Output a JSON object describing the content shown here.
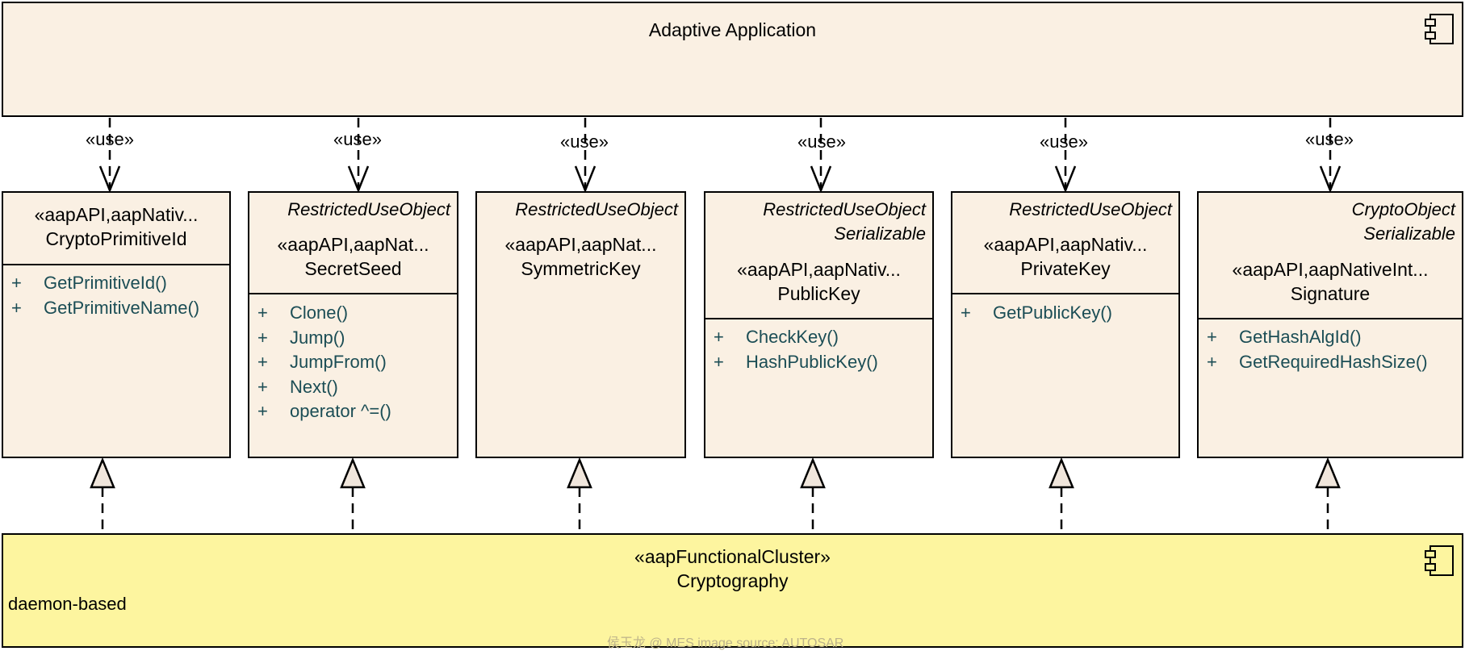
{
  "app": {
    "title": "Adaptive Application",
    "icon": "component-icon"
  },
  "cluster": {
    "stereotype": "«aapFunctionalCluster»",
    "name": "Cryptography",
    "note": "daemon-based",
    "icon": "component-icon"
  },
  "use_label": "«use»",
  "classes": [
    {
      "italic": [],
      "stereotype": "«aapAPI,aapNativ...",
      "name": "CryptoPrimitiveId",
      "ops": [
        "GetPrimitiveId()",
        "GetPrimitiveName()"
      ]
    },
    {
      "italic": [
        "RestrictedUseObject"
      ],
      "stereotype": "«aapAPI,aapNat...",
      "name": "SecretSeed",
      "ops": [
        "Clone()",
        "Jump()",
        "JumpFrom()",
        "Next()",
        "operator ^=()"
      ]
    },
    {
      "italic": [
        "RestrictedUseObject"
      ],
      "stereotype": "«aapAPI,aapNat...",
      "name": "SymmetricKey",
      "ops": []
    },
    {
      "italic": [
        "RestrictedUseObject",
        "Serializable"
      ],
      "stereotype": "«aapAPI,aapNativ...",
      "name": "PublicKey",
      "ops": [
        "CheckKey()",
        "HashPublicKey()"
      ]
    },
    {
      "italic": [
        "RestrictedUseObject"
      ],
      "stereotype": "«aapAPI,aapNativ...",
      "name": "PrivateKey",
      "ops": [
        "GetPublicKey()"
      ]
    },
    {
      "italic": [
        "CryptoObject",
        "Serializable"
      ],
      "stereotype": "«aapAPI,aapNativeInt...",
      "name": "Signature",
      "ops": [
        "GetHashAlgId()",
        "GetRequiredHashSize()"
      ]
    }
  ],
  "op_visibility": "+",
  "watermark": "侯玉龙 @ MES image source: AUTOSAR",
  "colors": {
    "class_fill": "#faf0e3",
    "cluster_fill": "#fdf59f",
    "op_text": "#1b4d55",
    "triangle_fill": "#f0e6dc"
  }
}
